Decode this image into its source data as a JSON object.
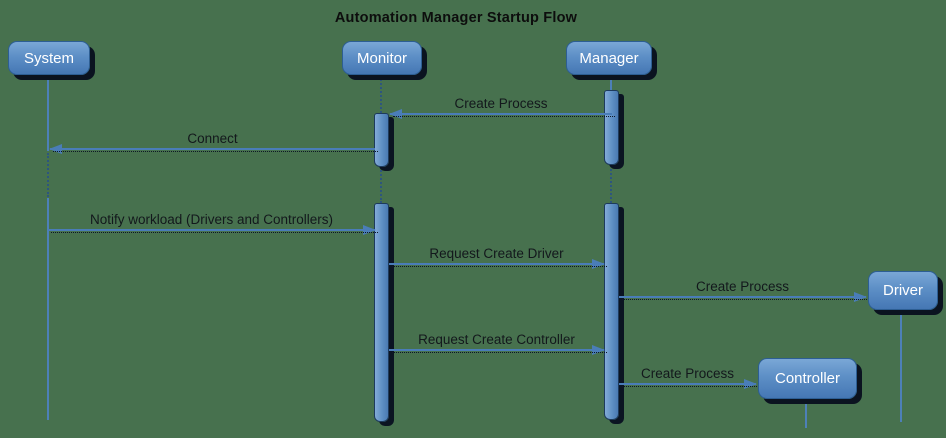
{
  "title": "Automation Manager Startup Flow",
  "actors": [
    {
      "id": "system",
      "label": "System"
    },
    {
      "id": "monitor",
      "label": "Monitor"
    },
    {
      "id": "manager",
      "label": "Manager"
    },
    {
      "id": "driver",
      "label": "Driver"
    },
    {
      "id": "controller",
      "label": "Controller"
    }
  ],
  "messages": [
    {
      "label": "Create Process",
      "from": "manager",
      "to": "monitor",
      "direction": "left"
    },
    {
      "label": "Connect",
      "from": "monitor",
      "to": "system",
      "direction": "left"
    },
    {
      "label": "Notify workload (Drivers and Controllers)",
      "from": "system",
      "to": "monitor",
      "direction": "right"
    },
    {
      "label": "Request Create Driver",
      "from": "monitor",
      "to": "manager",
      "direction": "right"
    },
    {
      "label": "Create Process",
      "from": "manager",
      "to": "driver",
      "direction": "right"
    },
    {
      "label": "Request Create Controller",
      "from": "monitor",
      "to": "manager",
      "direction": "right"
    },
    {
      "label": "Create Process",
      "from": "manager",
      "to": "controller",
      "direction": "right"
    }
  ],
  "colors": {
    "background": "#47714E",
    "actor_fill_top": "#7AA7D6",
    "actor_fill_bottom": "#4577B4",
    "actor_border": "#2D5E93",
    "line_blue": "#4A7DB8",
    "shadow_dark": "#0B1320",
    "label_text": "#13181C"
  }
}
